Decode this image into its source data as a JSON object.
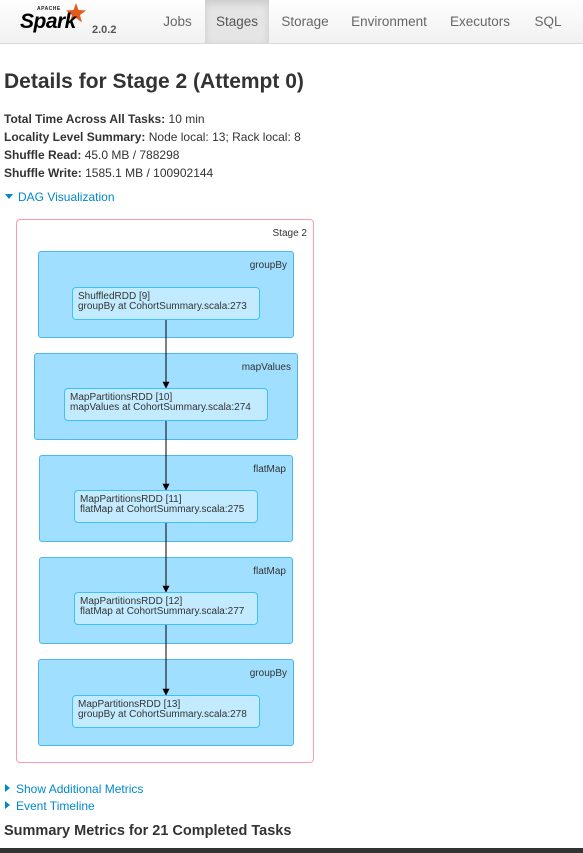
{
  "navbar": {
    "brand_apache": "APACHE",
    "brand_name": "Spark",
    "version": "2.0.2",
    "items": [
      {
        "label": "Jobs",
        "active": false
      },
      {
        "label": "Stages",
        "active": true
      },
      {
        "label": "Storage",
        "active": false
      },
      {
        "label": "Environment",
        "active": false
      },
      {
        "label": "Executors",
        "active": false
      },
      {
        "label": "SQL",
        "active": false
      }
    ]
  },
  "page": {
    "title": "Details for Stage 2 (Attempt 0)"
  },
  "summary": {
    "total_time_label": "Total Time Across All Tasks:",
    "total_time_value": "10 min",
    "locality_label": "Locality Level Summary:",
    "locality_value": "Node local: 13; Rack local: 8",
    "shuffle_read_label": "Shuffle Read:",
    "shuffle_read_value": "45.0 MB / 788298",
    "shuffle_write_label": "Shuffle Write:",
    "shuffle_write_value": "1585.1 MB / 100902144"
  },
  "dag": {
    "toggle_label": "DAG Visualization",
    "stage_label": "Stage 2",
    "clusters": [
      {
        "label": "groupBy",
        "node_line1": "ShuffledRDD [9]",
        "node_line2": "groupBy at CohortSummary.scala:273"
      },
      {
        "label": "mapValues",
        "node_line1": "MapPartitionsRDD [10]",
        "node_line2": "mapValues at CohortSummary.scala:274"
      },
      {
        "label": "flatMap",
        "node_line1": "MapPartitionsRDD [11]",
        "node_line2": "flatMap at CohortSummary.scala:275"
      },
      {
        "label": "flatMap",
        "node_line1": "MapPartitionsRDD [12]",
        "node_line2": "flatMap at CohortSummary.scala:277"
      },
      {
        "label": "groupBy",
        "node_line1": "MapPartitionsRDD [13]",
        "node_line2": "groupBy at CohortSummary.scala:278"
      }
    ]
  },
  "links": {
    "additional_metrics": "Show Additional Metrics",
    "event_timeline": "Event Timeline"
  },
  "metrics_heading": "Summary Metrics for 21 Completed Tasks"
}
